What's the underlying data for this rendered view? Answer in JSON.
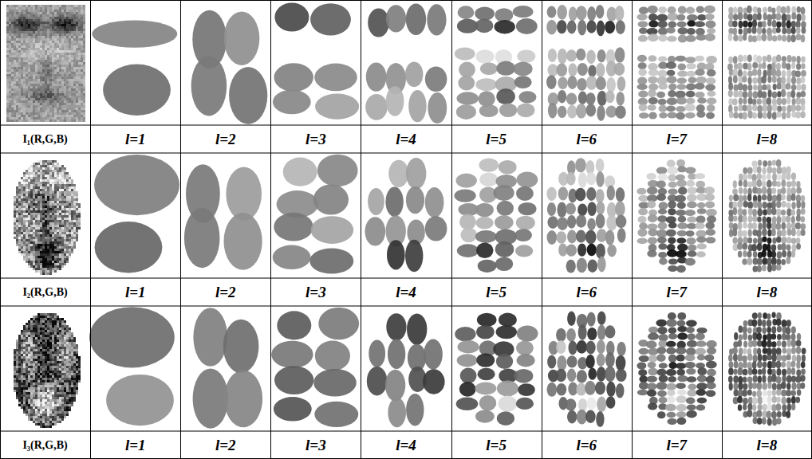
{
  "diagram": {
    "labels": [
      "I₁(R,G,B)",
      "l=1",
      "l=2",
      "l=3",
      "l=4",
      "l=5",
      "l=6",
      "l=7",
      "l=8",
      "I₂(R,G,B)",
      "l=1",
      "l=2",
      "l=3",
      "l=4",
      "l=5",
      "l=6",
      "l=7",
      "l=8",
      "I₃(R,G,B)",
      "l=1",
      "l=2",
      "l=3",
      "l=4",
      "l=5",
      "l=6",
      "l=7",
      "l=8"
    ]
  }
}
